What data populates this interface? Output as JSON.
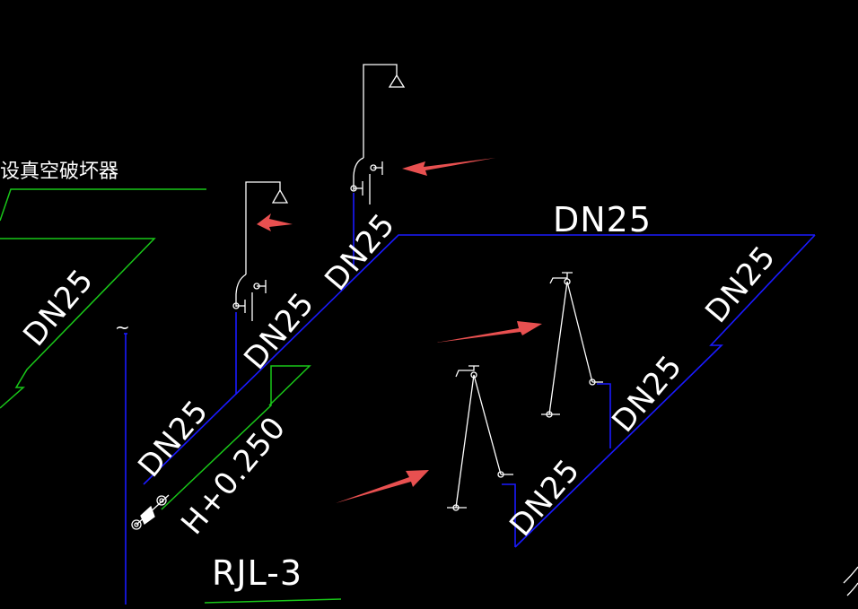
{
  "labels": {
    "top_horizontal": "DN25",
    "left_green_diag": "DN25",
    "upper_riser_diag": "DN25",
    "middle_diag": "DN25",
    "lower_left_diag": "DN25",
    "right_upper_diag": "DN25",
    "right_middle_diag": "DN25",
    "right_lower_diag": "DN25",
    "elevation": "H+0.250",
    "riser_id": "RJL-3",
    "note_cn": "设真空破坏器",
    "tilde": "~"
  },
  "colors": {
    "background": "#000000",
    "pipe_blue": "#1a1aff",
    "green_line": "#19c819",
    "white_line": "#ffffff",
    "arrow_red": "#e85050"
  },
  "icons": {
    "arrow": "red-arrow",
    "faucet": "faucet-icon",
    "shower_head": "shower-head-icon",
    "valve": "valve-icon"
  }
}
